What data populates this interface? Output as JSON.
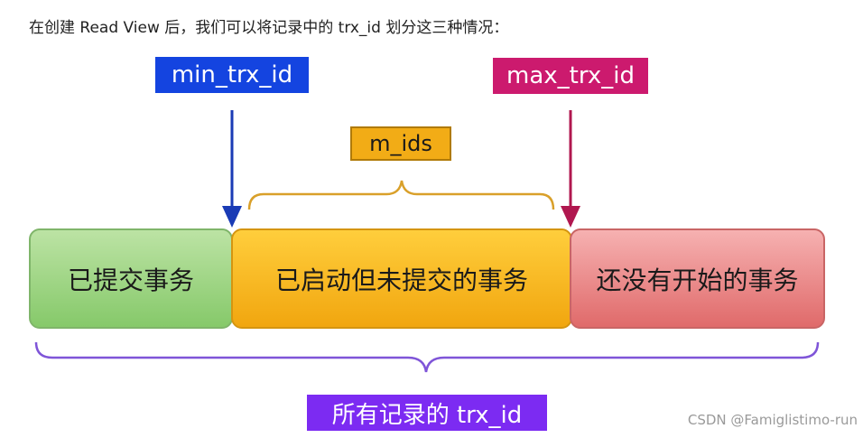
{
  "intro_text": "在创建 Read View 后，我们可以将记录中的 trx_id 划分这三种情况：",
  "labels": {
    "min_trx_id": "min_trx_id",
    "max_trx_id": "max_trx_id",
    "m_ids": "m_ids",
    "all_records": "所有记录的 trx_id"
  },
  "segments": [
    {
      "id": "committed",
      "text": "已提交事务",
      "color": "#a8d98f"
    },
    {
      "id": "active",
      "text": "已启动但未提交的事务",
      "color": "#f8bb26"
    },
    {
      "id": "future",
      "text": "还没有开始的事务",
      "color": "#ea8c8c"
    }
  ],
  "colors": {
    "min_box": "#1444e0",
    "max_box": "#cc1a6e",
    "m_ids_box": "#f2ac16",
    "all_box": "#7c2bf2",
    "brace_orange": "#d9a02a",
    "brace_purple": "#7f55d8"
  },
  "watermark": "CSDN @Famiglistimo-run"
}
